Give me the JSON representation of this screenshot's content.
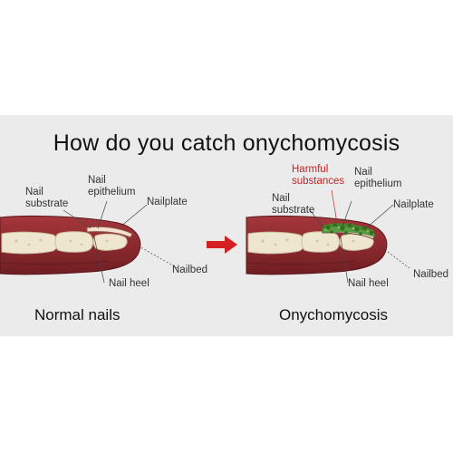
{
  "title": "How do you catch onychomycosis",
  "normal": {
    "caption": "Normal nails",
    "labels": {
      "nail_substrate": [
        "Nail",
        "substrate"
      ],
      "nail_epithelium": [
        "Nail",
        "epithelium"
      ],
      "nailplate": "Nailplate",
      "nailbed": "Nailbed",
      "nail_heel": "Nail heel"
    }
  },
  "infected": {
    "caption": "Onychomycosis",
    "labels": {
      "harmful": [
        "Harmful",
        "substances"
      ],
      "nail_substrate": [
        "Nail",
        "substrate"
      ],
      "nail_epithelium": [
        "Nail",
        "epithelium"
      ],
      "nailplate": "Nailplate",
      "nailbed": "Nailbed",
      "nail_heel": "Nail heel"
    }
  },
  "colors": {
    "panel": "#ebebeb",
    "flesh": "#8c2a2e",
    "bone": "#efe6cf",
    "arrow": "#d42020",
    "harmful": "#c62222",
    "fungus": "#3f8f2c"
  }
}
